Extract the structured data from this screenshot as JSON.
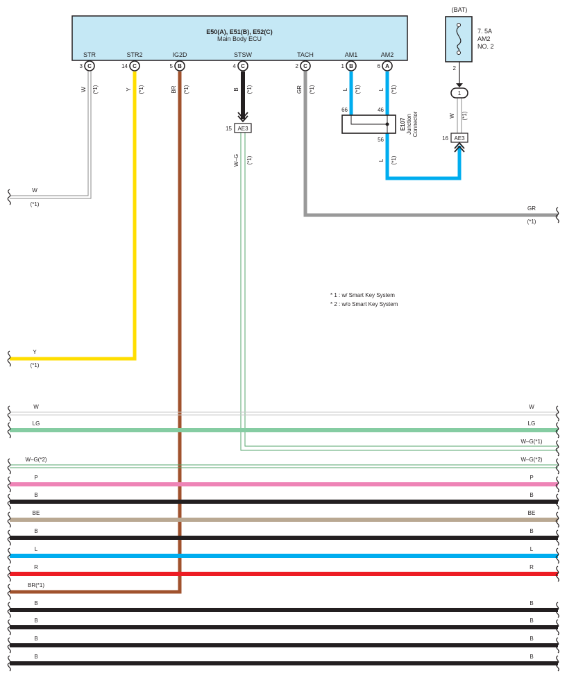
{
  "ecu": {
    "title": "E50(A), E51(B), E52(C)",
    "subtitle": "Main Body ECU",
    "pins": [
      {
        "label": "STR",
        "num": "3",
        "conn": "C"
      },
      {
        "label": "STR2",
        "num": "14",
        "conn": "C"
      },
      {
        "label": "IG2D",
        "num": "5",
        "conn": "B"
      },
      {
        "label": "STSW",
        "num": "4",
        "conn": "C"
      },
      {
        "label": "TACH",
        "num": "2",
        "conn": "C"
      },
      {
        "label": "AM1",
        "num": "1",
        "conn": "B"
      },
      {
        "label": "AM2",
        "num": "6",
        "conn": "A"
      }
    ]
  },
  "fuse": {
    "source": "(BAT)",
    "rating": "7. 5A",
    "name_line1": "AM2",
    "name_line2": "NO. 2",
    "pin": "2",
    "terminal": "1"
  },
  "junction": {
    "code": "E107",
    "line1": "Junction",
    "line2": "Connector",
    "pin_in_left": "66",
    "pin_in_right": "46",
    "pin_out": "56"
  },
  "connectors": {
    "ae3_left": {
      "name": "AE3",
      "pin": "15"
    },
    "ae3_right": {
      "name": "AE3",
      "pin": "16"
    }
  },
  "vertical_labels": {
    "str_color": "W",
    "str_note": "(*1)",
    "str2_color": "Y",
    "str2_note": "(*1)",
    "ig2d_color": "BR",
    "ig2d_note": "(*1)",
    "stsw_color": "B",
    "stsw_note": "(*1)",
    "stsw_low_color": "W–G",
    "stsw_low_note": "(*1)",
    "tach_color": "GR",
    "tach_note": "(*1)",
    "am1_color": "L",
    "am1_note": "(*1)",
    "am2_color": "L",
    "am2_note": "(*1)",
    "jc_out_color": "L",
    "jc_out_note": "(*1)",
    "fuse_color": "W",
    "fuse_note": "(*1)"
  },
  "side_labels": {
    "w_left": "W",
    "w_left_note": "(*1)",
    "gr_right": "GR",
    "gr_right_note": "(*1)",
    "y_left": "Y",
    "y_left_note": "(*1)"
  },
  "notes": [
    "* 1 : w/ Smart Key System",
    "* 2 : w/o Smart Key System"
  ],
  "buses": [
    {
      "left": "W",
      "right": "W",
      "color": "#c8c8c8",
      "style": "double"
    },
    {
      "left": "LG",
      "right": "LG",
      "color": "#85cca2",
      "style": "thick"
    },
    {
      "left": "",
      "right": "W–G(*1)",
      "color": "#56a56e",
      "style": "double"
    },
    {
      "left": "W–G(*2)",
      "right": "W–G(*2)",
      "color": "#56a56e",
      "style": "double"
    },
    {
      "left": "P",
      "right": "P",
      "color": "#ee84b6",
      "style": "thick"
    },
    {
      "left": "B",
      "right": "B",
      "color": "#231f20",
      "style": "thick"
    },
    {
      "left": "BE",
      "right": "BE",
      "color": "#b9a892",
      "style": "thick"
    },
    {
      "left": "B",
      "right": "B",
      "color": "#231f20",
      "style": "thick"
    },
    {
      "left": "L",
      "right": "L",
      "color": "#00adef",
      "style": "thick"
    },
    {
      "left": "R",
      "right": "R",
      "color": "#ed1c24",
      "style": "thick"
    },
    {
      "left": "BR(*1)",
      "right": "",
      "color": "#a0522d",
      "style": "thick"
    },
    {
      "left": "B",
      "right": "B",
      "color": "#231f20",
      "style": "thick"
    },
    {
      "left": "B",
      "right": "B",
      "color": "#231f20",
      "style": "thick"
    },
    {
      "left": "B",
      "right": "B",
      "color": "#231f20",
      "style": "thick"
    },
    {
      "left": "B",
      "right": "B",
      "color": "#231f20",
      "style": "thick"
    }
  ],
  "colors": {
    "ecu_fill": "#c5e8f5",
    "wire_white": "#c8c8c8",
    "wire_yellow": "#ffde00",
    "wire_brown": "#a0522d",
    "wire_black": "#231f20",
    "wire_green": "#56a56e",
    "wire_gray": "#999999",
    "wire_blue": "#00adef"
  }
}
